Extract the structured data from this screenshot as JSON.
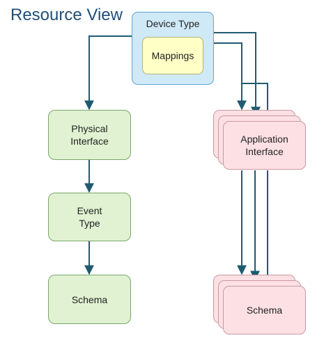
{
  "title": "Resource View",
  "device_type": {
    "label": "Device Type",
    "mappings_label": "Mappings"
  },
  "left_column": {
    "physical_interface": "Physical\nInterface",
    "event_type": "Event\nType",
    "schema": "Schema"
  },
  "right_column": {
    "application_interface": "Application\nInterface",
    "schema": "Schema"
  },
  "colors": {
    "title": "#1f4e79",
    "arrow": "#1f5a70",
    "device_fill": "#cfe9f7",
    "mappings_fill": "#ffffc6",
    "green_fill": "#e0f2d1",
    "pink_fill": "#fde0e4"
  }
}
